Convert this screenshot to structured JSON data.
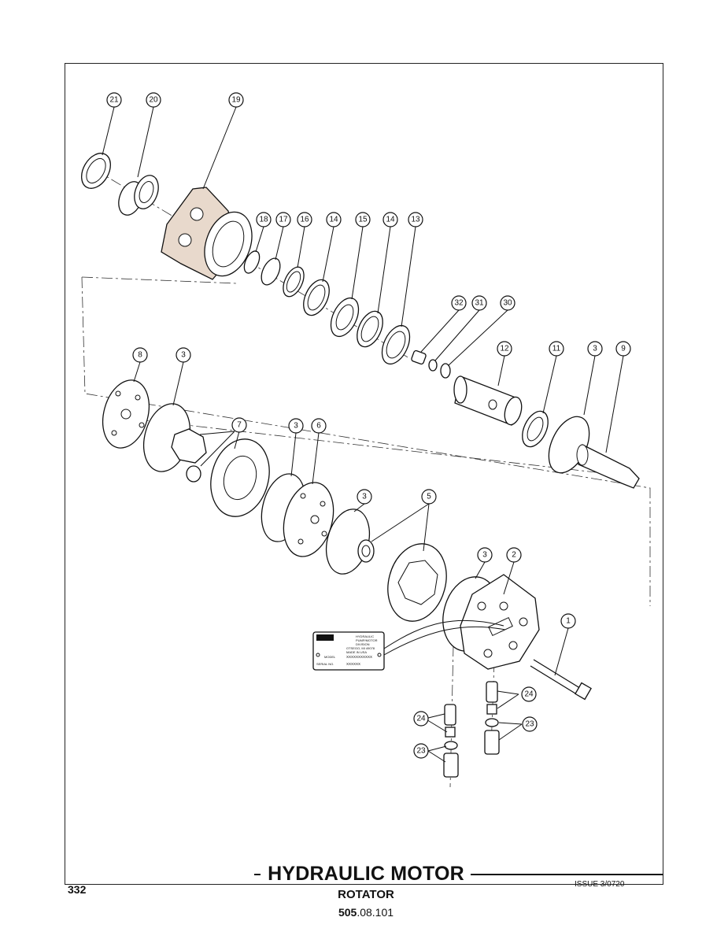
{
  "page": {
    "title": "HYDRAULIC MOTOR",
    "subtitle": "ROTATOR",
    "part_number_prefix": "505",
    "part_number_suffix": ".08.101",
    "page_number": "332",
    "issue": "ISSUE 3/0720"
  },
  "nameplate": {
    "brand": "Parker",
    "line1": "HYDRAULIC",
    "line2": "PUMP/MOTOR",
    "line3": "DIVISION",
    "line4": "OTSEGO, MI 49078",
    "line5": "MADE IN USA",
    "model_label": "MODEL",
    "model_value": "XXXXXXXXXXX",
    "serial_label": "SERIAL NO.",
    "serial_value": "XXXXXX"
  },
  "callouts": {
    "c21": "21",
    "c20": "20",
    "c19": "19",
    "c18": "18",
    "c17": "17",
    "c16": "16",
    "c14a": "14",
    "c15": "15",
    "c14b": "14",
    "c13": "13",
    "c32": "32",
    "c31": "31",
    "c30": "30",
    "c12": "12",
    "c11": "11",
    "c3a": "3",
    "c9": "9",
    "c8": "8",
    "c3b": "3",
    "c7": "7",
    "c3c": "3",
    "c6": "6",
    "c3d": "3",
    "c5": "5",
    "c3e": "3",
    "c2": "2",
    "c1": "1",
    "c24a": "24",
    "c24b": "24",
    "c23a": "23",
    "c23b": "23"
  }
}
